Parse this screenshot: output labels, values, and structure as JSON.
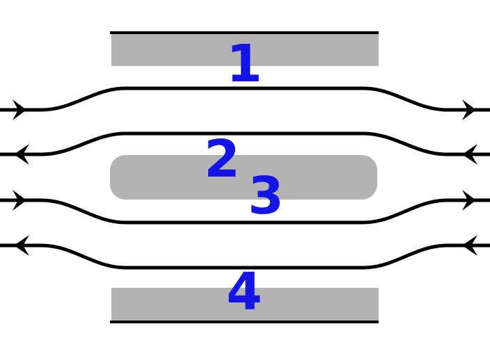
{
  "diagram": {
    "type": "railway-station-track-schematic",
    "labels": {
      "platform1": "1",
      "platform2": "2",
      "platform3": "3",
      "platform4": "4"
    },
    "platforms": [
      {
        "id": "platform-1",
        "kind": "side-platform-top",
        "label": "1"
      },
      {
        "id": "platform-2-3",
        "kind": "island-platform",
        "labels": [
          "2",
          "3"
        ]
      },
      {
        "id": "platform-4",
        "kind": "side-platform-bottom",
        "label": "4"
      }
    ],
    "tracks": [
      {
        "name": "track-1",
        "direction": "right",
        "serves_platform": "1"
      },
      {
        "name": "track-2",
        "direction": "left",
        "serves_platform": "2"
      },
      {
        "name": "track-3",
        "direction": "right",
        "serves_platform": "3"
      },
      {
        "name": "track-4",
        "direction": "left",
        "serves_platform": "4"
      }
    ],
    "colors": {
      "platform": "#b3b3b3",
      "track": "#000000",
      "line": "#000000",
      "arrow": "#000000",
      "label": "#1414e6",
      "background": "#ffffff"
    }
  }
}
